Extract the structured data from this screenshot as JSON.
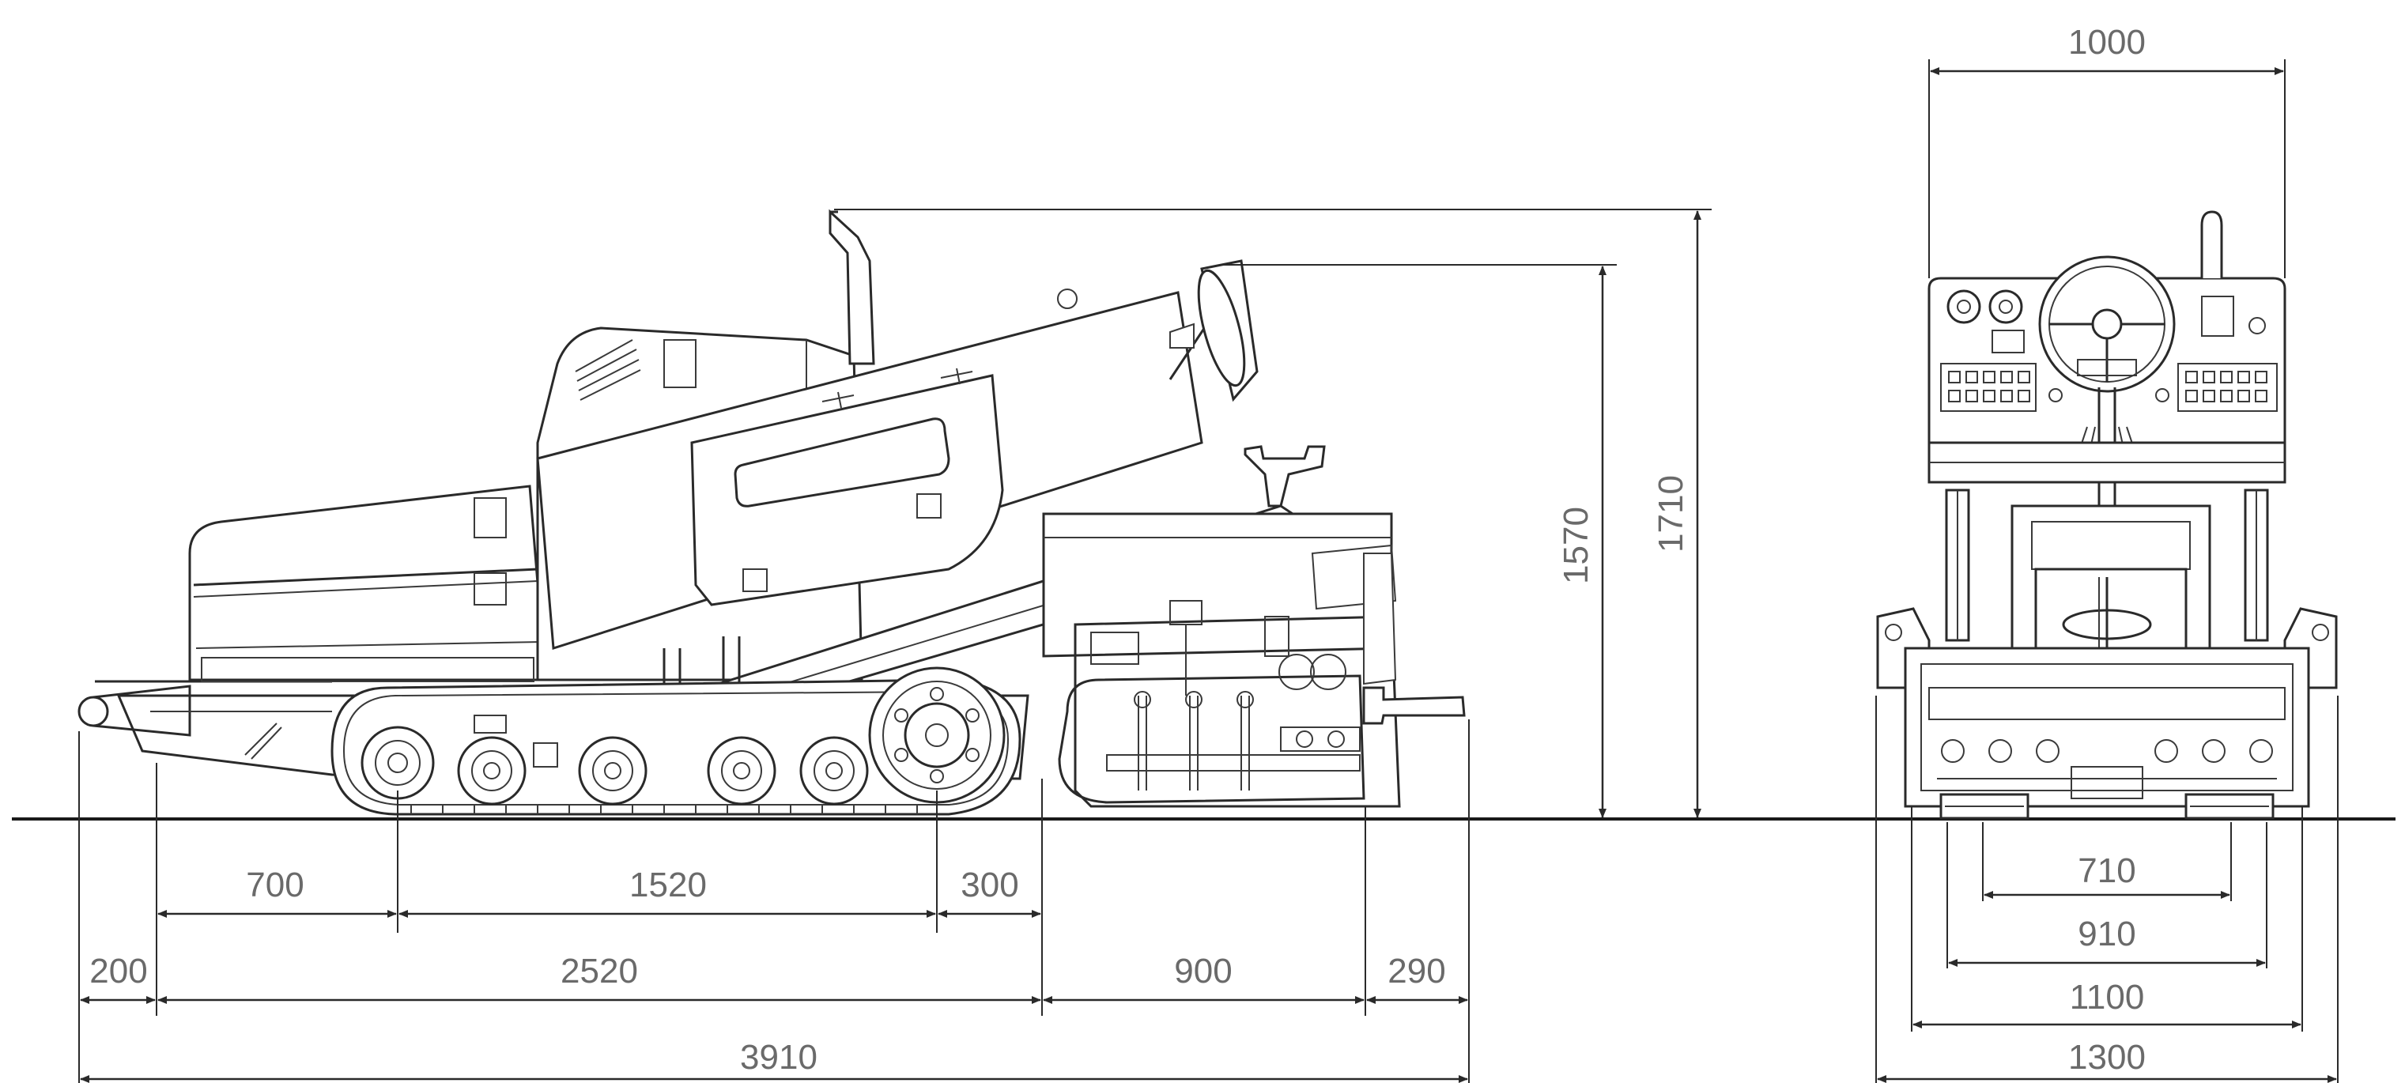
{
  "side_view": {
    "dimensions": {
      "d700": "700",
      "d1520": "1520",
      "d300": "300",
      "d200": "200",
      "d2520": "2520",
      "d900": "900",
      "d290": "290",
      "d3910": "3910",
      "d1570": "1570",
      "d1710": "1710"
    }
  },
  "front_view": {
    "dimensions": {
      "d1000": "1000",
      "d710": "710",
      "d910": "910",
      "d1100": "1100",
      "d1300": "1300"
    }
  }
}
